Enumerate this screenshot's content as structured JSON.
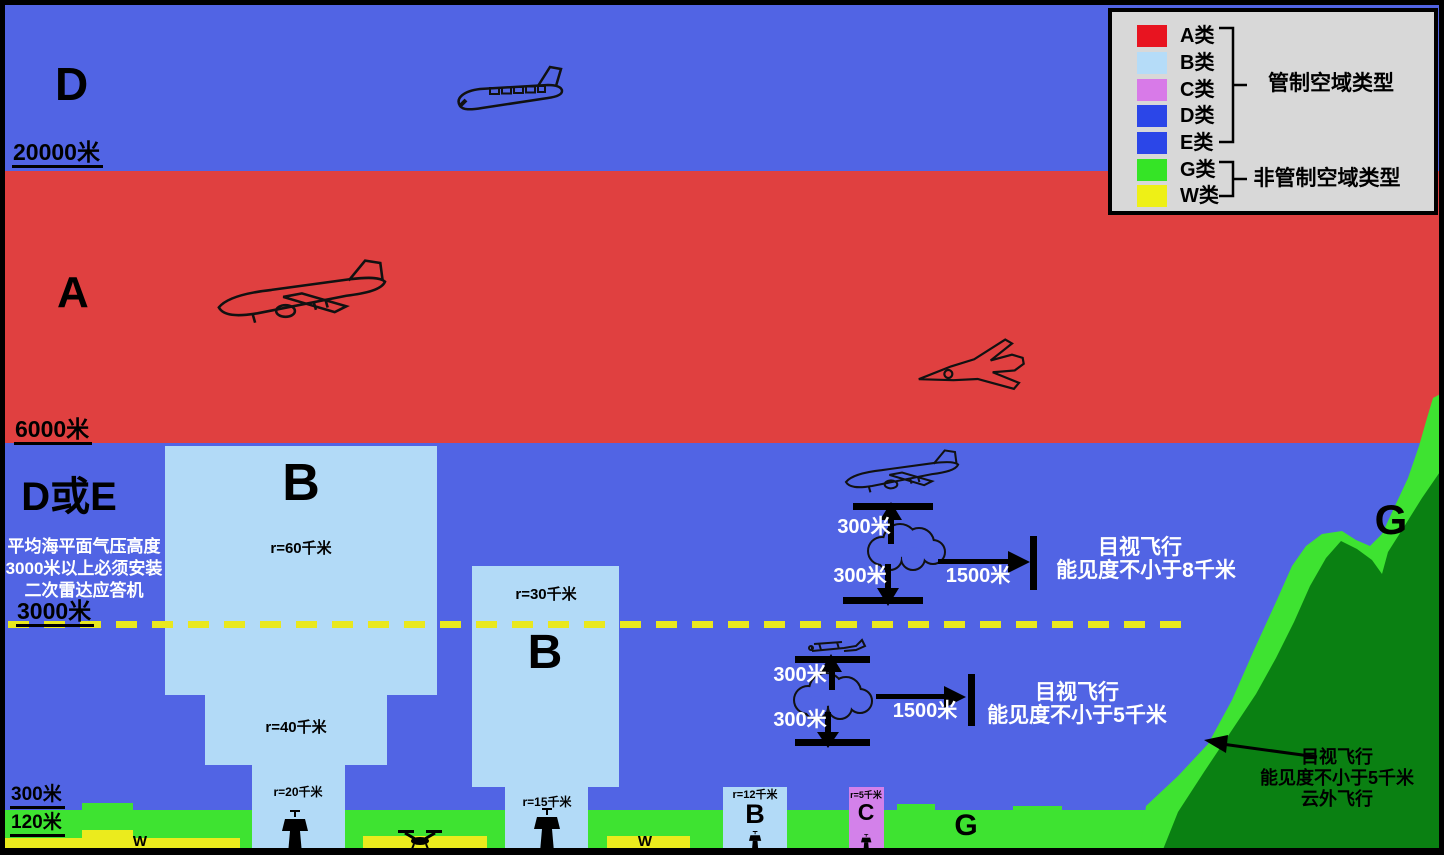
{
  "colors": {
    "band_blue": "#5164e4",
    "band_red": "#e04040",
    "class_b_lightblue": "#b2daf7",
    "class_c_violet": "#d381ea",
    "surface_green": "#3ee331",
    "mountain_darkgreen": "#0a8012",
    "warning_yellow": "#ebeb1d",
    "legend_bg": "#d8d8d8",
    "legend_de_blue": "#2b46e8"
  },
  "legend": {
    "controlled_title": "管制空域类型",
    "uncontrolled_title": "非管制空域类型",
    "items": [
      {
        "label": "A类",
        "color": "#e81420"
      },
      {
        "label": "B类",
        "color": "#b5dcf8"
      },
      {
        "label": "C类",
        "color": "#d87ae8"
      },
      {
        "label": "D类",
        "color": "#2b46e8"
      },
      {
        "label": "E类",
        "color": "#2b46e8"
      },
      {
        "label": "G类",
        "color": "#35e426"
      },
      {
        "label": "W类",
        "color": "#eef016"
      }
    ]
  },
  "zones": {
    "d_upper": "D",
    "a": "A",
    "d_or_e": "D或E",
    "g_mountain": "G",
    "g_surface": "G"
  },
  "altitudes": {
    "a20000": "20000米",
    "a6000": "6000米",
    "a3000": "3000米",
    "a300": "300米",
    "a120": "120米"
  },
  "transponder_note": [
    "平均海平面气压高度",
    "3000米以上必须安装",
    "二次雷达应答机"
  ],
  "towers": {
    "t1": {
      "class_label": "B",
      "r_top": "r=60千米",
      "r_mid": "r=40千米",
      "r_bottom": "r=20千米"
    },
    "t2": {
      "class_label": "B",
      "r_top": "r=30千米",
      "r_bottom": "r=15千米"
    },
    "t3": {
      "class_label": "B",
      "r": "r=12千米"
    },
    "tc": {
      "class_label": "C",
      "r": "r=5千米"
    }
  },
  "vfr_high": {
    "above": "300米",
    "below": "300米",
    "distance": "1500米",
    "note1": "目视飞行",
    "note2": "能见度不小于8千米"
  },
  "vfr_low": {
    "above": "300米",
    "below": "300米",
    "distance": "1500米",
    "note1": "目视飞行",
    "note2": "能见度不小于5千米"
  },
  "terrain_note": [
    "目视飞行",
    "能见度不小于5千米",
    "云外飞行"
  ],
  "surface": {
    "w1": "W",
    "w2": "W"
  }
}
